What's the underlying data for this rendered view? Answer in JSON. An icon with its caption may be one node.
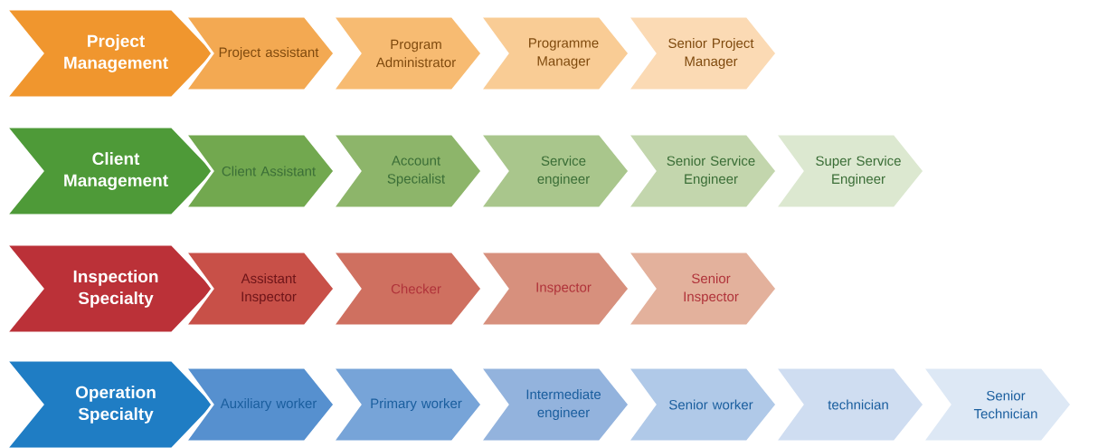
{
  "diagram": {
    "nodes": [
      {
        "text": [
          "Project Management"
        ]
      },
      {
        "text": [
          "Project assistant"
        ]
      },
      {
        "text": [
          "Program Administrator"
        ]
      },
      {
        "text": [
          "Programme Manager"
        ]
      },
      {
        "text": [
          "Senior Project Manager"
        ]
      },
      {
        "text": [
          "Client Management"
        ]
      },
      {
        "text": [
          "Client Assistant"
        ]
      },
      {
        "text": [
          "Account Specialist"
        ]
      },
      {
        "text": [
          "Service engineer"
        ]
      },
      {
        "text": [
          "Senior Service Engineer"
        ]
      },
      {
        "text": [
          "Super Service Engineer"
        ]
      },
      {
        "text": [
          "Inspection Specialty"
        ]
      },
      {
        "text": [
          "Assistant Inspector"
        ]
      },
      {
        "text": [
          "Checker"
        ]
      },
      {
        "text": [
          "Inspector"
        ]
      },
      {
        "text": [
          "Senior Inspector"
        ]
      },
      {
        "text": [
          "Operation Specialty"
        ]
      },
      {
        "text": [
          "Auxiliary worker"
        ]
      },
      {
        "text": [
          "Primary worker"
        ]
      },
      {
        "text": [
          "Intermediate engineer"
        ]
      },
      {
        "text": [
          "Senior worker"
        ]
      },
      {
        "text": [
          "technician"
        ]
      },
      {
        "text": [
          "Senior Technician"
        ]
      }
    ]
  }
}
